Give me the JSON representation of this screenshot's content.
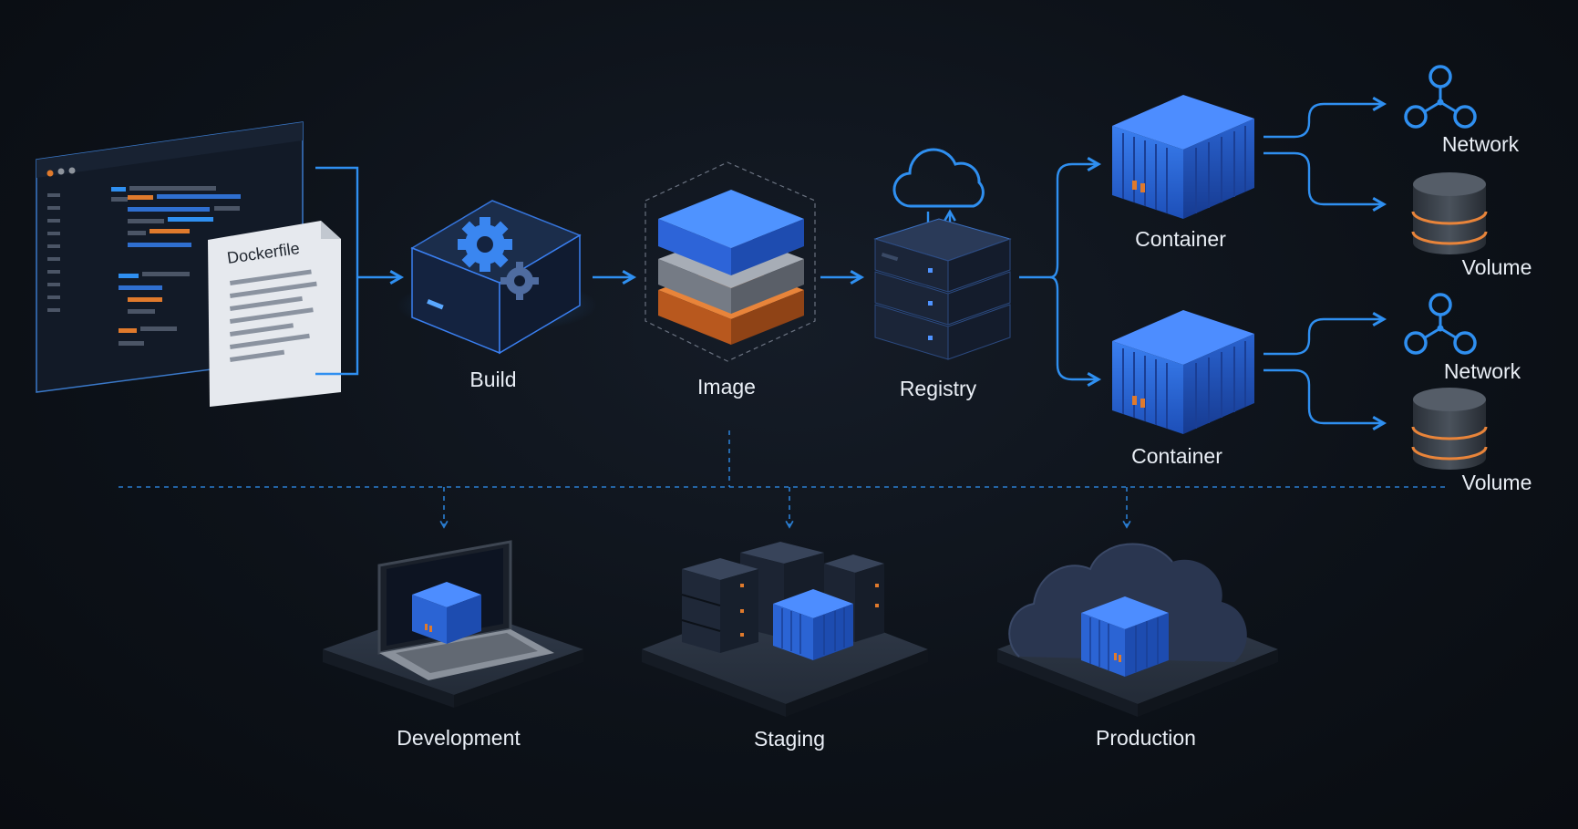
{
  "dockerfile_label": "Dockerfile",
  "stages": {
    "build": "Build",
    "image": "Image",
    "registry": "Registry"
  },
  "containers": [
    {
      "label": "Container",
      "network": "Network",
      "volume": "Volume"
    },
    {
      "label": "Container",
      "network": "Network",
      "volume": "Volume"
    }
  ],
  "environments": {
    "development": "Development",
    "staging": "Staging",
    "production": "Production"
  },
  "colors": {
    "background": "#0d1219",
    "accent_blue": "#2f8ff0",
    "layer_blue": "#3a86f0",
    "layer_gray": "#8d939c",
    "layer_orange": "#e07a2c"
  }
}
